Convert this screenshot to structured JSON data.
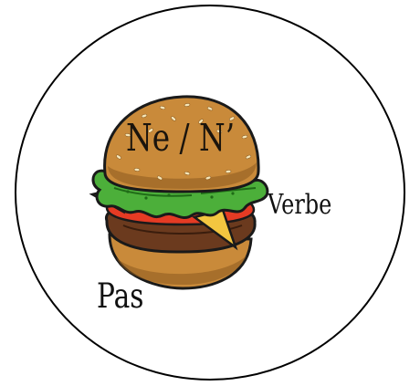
{
  "labels": {
    "top_bun": "Ne / N’",
    "filling": "Verbe",
    "bottom_bun": "Pas"
  },
  "colors": {
    "background": "#ffffff",
    "circle_outline": "#000000",
    "bun": "#c98a3a",
    "bun_dark": "#8b5a1f",
    "sesame": "#f5e6b8",
    "lettuce": "#4caf3a",
    "lettuce_dark": "#1f6b17",
    "tomato": "#e53b24",
    "cheese": "#f3c640",
    "patty": "#6b3a1e",
    "outline": "#1a1a1a"
  },
  "icons": {
    "illustration": "hamburger-icon"
  }
}
